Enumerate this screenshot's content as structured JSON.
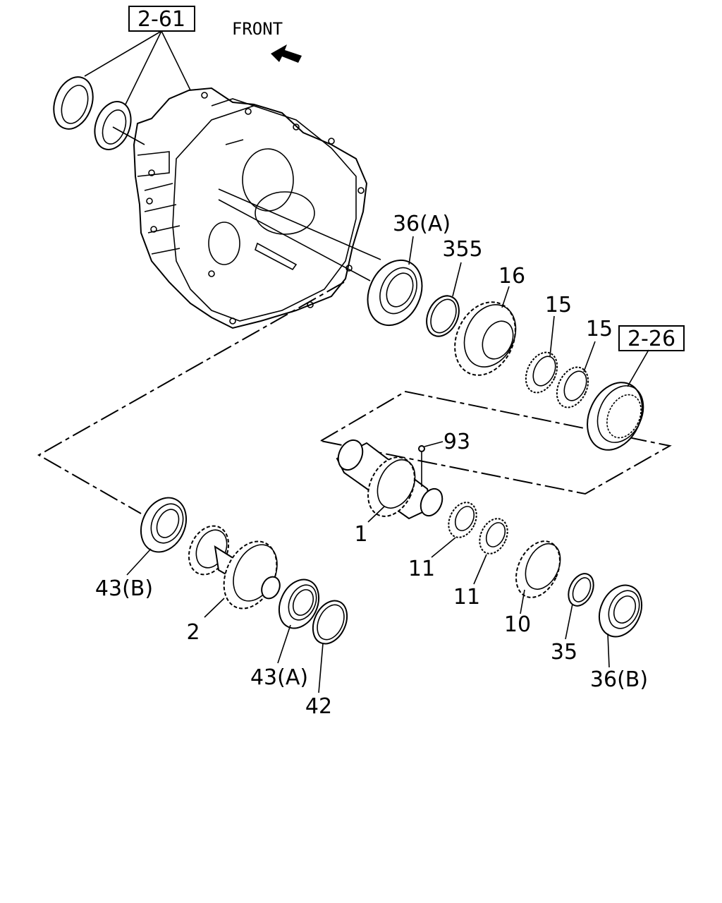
{
  "front_label": "FRONT",
  "ref_boxes": [
    {
      "id": "ref-2-61",
      "text": "2-61"
    },
    {
      "id": "ref-2-26",
      "text": "2-26"
    }
  ],
  "callouts": {
    "c36a": "36(A)",
    "c355": "355",
    "c16": "16",
    "c15a": "15",
    "c15b": "15",
    "c93": "93",
    "c1": "1",
    "c11a": "11",
    "c11b": "11",
    "c10": "10",
    "c35": "35",
    "c36b": "36(B)",
    "c43b": "43(B)",
    "c2": "2",
    "c43a": "43(A)",
    "c42": "42"
  },
  "colors": {
    "ink": "#000000",
    "paper": "#ffffff"
  },
  "icons": {
    "front_arrow": "front-arrow-icon"
  }
}
